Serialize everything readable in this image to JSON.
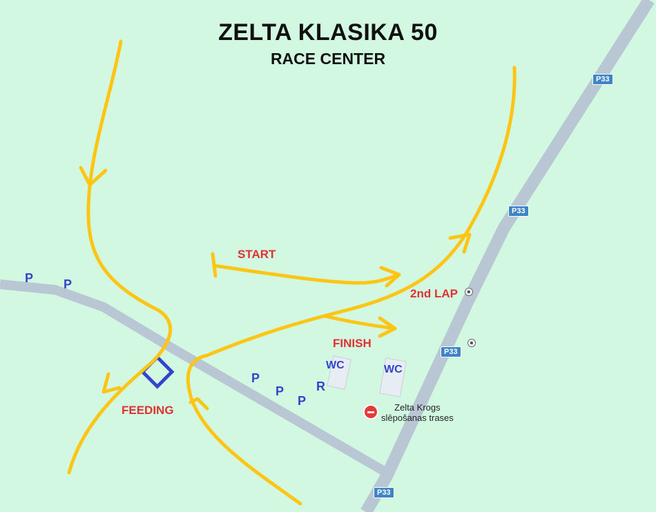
{
  "title": "ZELTA KLASIKA 50",
  "subtitle": "RACE CENTER",
  "labels": {
    "start": "START",
    "second_lap": "2nd LAP",
    "finish": "FINISH",
    "feeding": "FEEDING"
  },
  "parking": [
    "P",
    "P",
    "P",
    "P",
    "P"
  ],
  "wc": [
    "WC",
    "WC"
  ],
  "rental": "R",
  "road_shields": [
    "P33",
    "P33",
    "P33",
    "P33"
  ],
  "poi": {
    "name_line1": "Zelta Krogs",
    "name_line2": "slēpošanas trases",
    "icon": "bed-icon"
  },
  "colors": {
    "background": "#d3f8e2",
    "road": "#b9c6d3",
    "route": "#fec514",
    "feeding_marker": "#3344cc",
    "label_red": "#e03131",
    "label_blue": "#3344cc",
    "shield": "#3d85c6"
  }
}
